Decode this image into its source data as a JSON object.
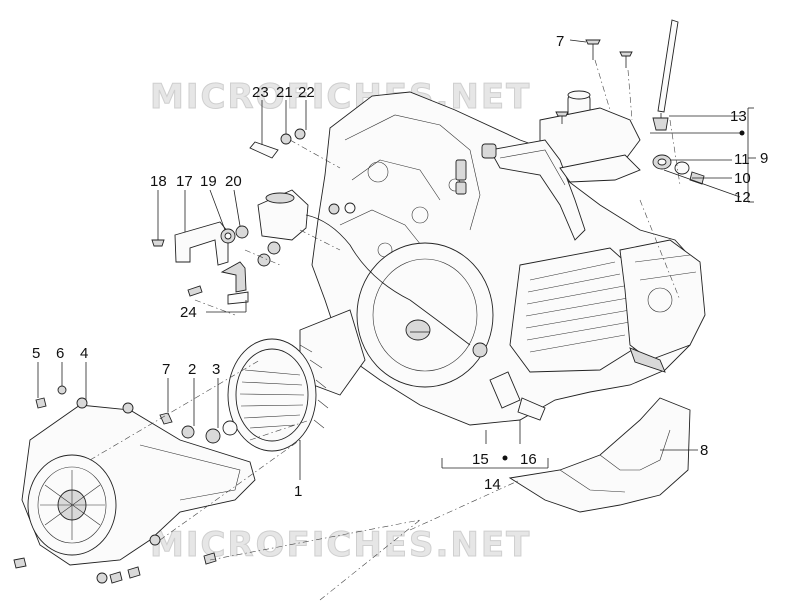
{
  "watermarks": [
    "MICROFICHES.NET",
    "MICROFICHES.NET"
  ],
  "callouts": [
    "1",
    "2",
    "3",
    "4",
    "5",
    "6",
    "7",
    "7",
    "8",
    "9",
    "10",
    "11",
    "12",
    "13",
    "14",
    "15",
    "16",
    "17",
    "18",
    "19",
    "20",
    "21",
    "22",
    "23",
    "24"
  ]
}
